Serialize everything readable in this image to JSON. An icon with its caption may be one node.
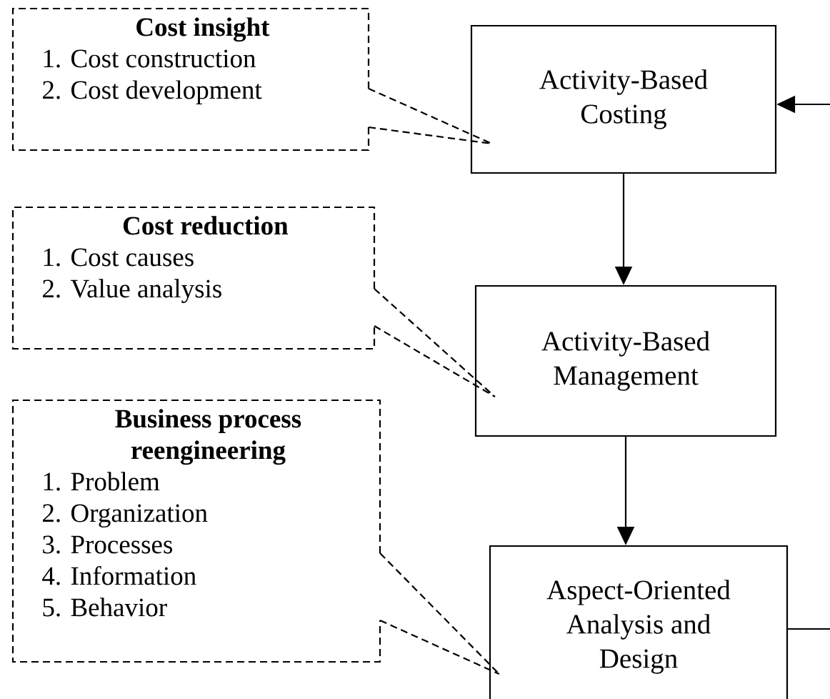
{
  "diagram": {
    "nodes": [
      {
        "text": [
          "Cost insight",
          "1. Cost construction",
          "2. Cost development"
        ]
      },
      {
        "text": [
          "Activity-Based Costing"
        ]
      },
      {
        "text": [
          "Cost reduction",
          "1. Cost causes",
          "2. Value analysis"
        ]
      },
      {
        "text": [
          "Activity-Based Management"
        ]
      },
      {
        "text": [
          "Business process reengineering",
          "1. Problem",
          "2. Organization",
          "3. Processes",
          "4. Information",
          "5. Behavior"
        ]
      },
      {
        "text": [
          "Aspect-Oriented Analysis and Design"
        ]
      }
    ],
    "edges": [
      {
        "from": 0,
        "to": 1,
        "arrow": "none",
        "style": "dashed"
      },
      {
        "from": 2,
        "to": 3,
        "arrow": "none",
        "style": "dashed"
      },
      {
        "from": 4,
        "to": 5,
        "arrow": "none",
        "style": "dashed"
      },
      {
        "from": 1,
        "to": 3,
        "arrow": "to"
      },
      {
        "from": 3,
        "to": 5,
        "arrow": "to"
      },
      {
        "from": null,
        "to": 1,
        "arrow": "to"
      },
      {
        "from": 5,
        "to": null,
        "arrow": "none"
      }
    ]
  }
}
